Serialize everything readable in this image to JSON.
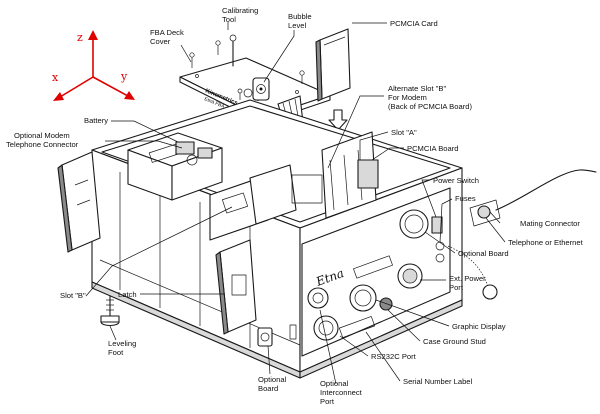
{
  "axes": {
    "x": "x",
    "y": "y",
    "z": "z",
    "color": "#e00000"
  },
  "brand_on_panel": "Etna",
  "labels": {
    "fba_deck_cover": [
      "FBA Deck",
      "Cover"
    ],
    "calibrating_tool": [
      "Calibrating",
      "Tool"
    ],
    "bubble_level": [
      "Bubble",
      "Level"
    ],
    "pcmcia_card": "PCMCIA Card",
    "alternate_slot_b": [
      "Alternate Slot \"B\"",
      "For Modem",
      "(Back of PCMCIA Board)"
    ],
    "battery": "Battery",
    "optional_modem_telephone_connector": [
      "Optional Modem",
      "Telephone Connector"
    ],
    "slot_a": "Slot \"A\"",
    "pcmcia_board": "PCMCIA Board",
    "power_switch": "Power Switch",
    "fuses": "Fuses",
    "mating_connector": "Mating Connector",
    "telephone_or_ethernet": "Telephone or Ethernet",
    "optional_board_right": "Optional Board",
    "slot_b": "Slot \"B\"",
    "latch": "Latch",
    "ext_power_port": [
      "Ext. Power",
      "Port"
    ],
    "graphic_display": "Graphic Display",
    "case_ground_stud": "Case Ground Stud",
    "leveling_foot": [
      "Leveling",
      "Foot"
    ],
    "rs232c_port": "RS232C Port",
    "optional_board_bottom": [
      "Optional",
      "Board"
    ],
    "optional_interconnect_port": [
      "Optional",
      "Interconnect",
      "Port"
    ],
    "serial_number_label": "Serial Number Label"
  }
}
